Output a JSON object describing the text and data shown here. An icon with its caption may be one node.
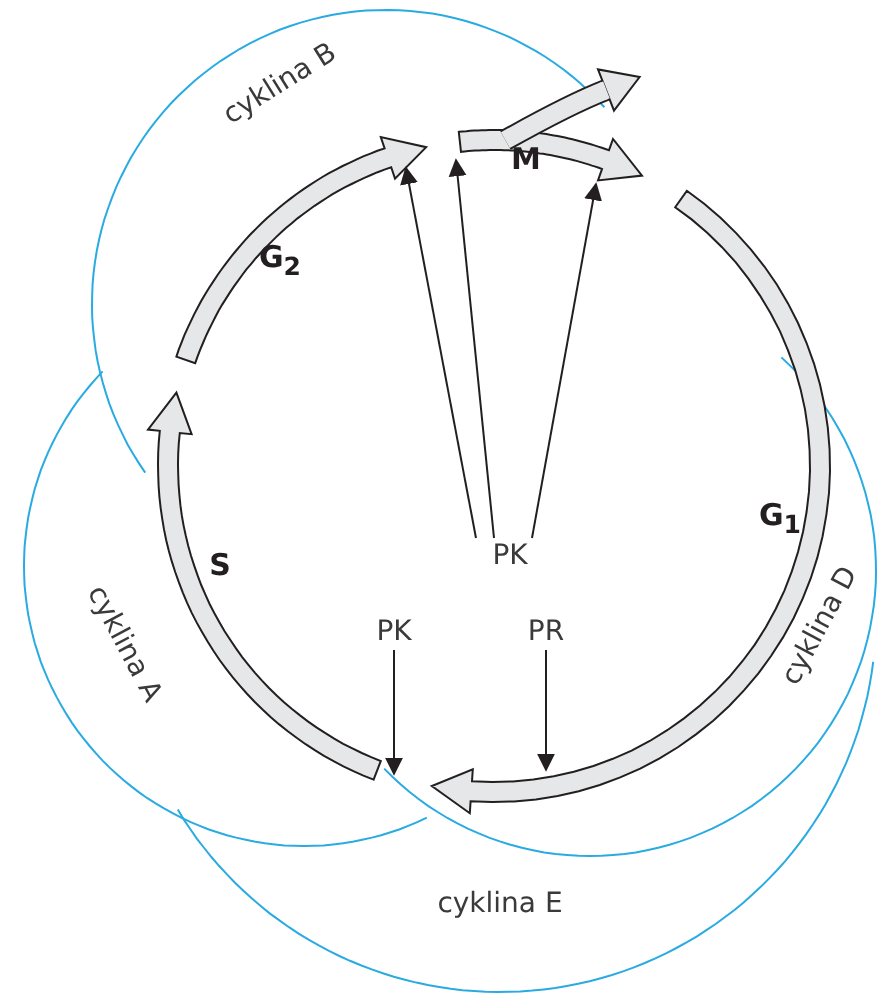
{
  "diagram": {
    "nodes": [
      {
        "text": [
          "PK"
        ]
      },
      {
        "text": [
          "PK"
        ]
      },
      {
        "text": [
          "PR"
        ]
      },
      {
        "text": [
          "M"
        ]
      }
    ],
    "edges": [
      {
        "from": 0,
        "to": null,
        "arrow": "to"
      },
      {
        "from": 0,
        "to": 3,
        "arrow": "to"
      },
      {
        "from": 0,
        "to": 3,
        "arrow": "to"
      },
      {
        "from": 1,
        "to": null,
        "arrow": "to"
      },
      {
        "from": 2,
        "to": null,
        "arrow": "to"
      }
    ],
    "labels": [
      "cyklina B",
      "G$_{2}$",
      "G$_{1}$",
      "S",
      "cyklina A",
      "cyklina D",
      "cyklina E"
    ]
  }
}
